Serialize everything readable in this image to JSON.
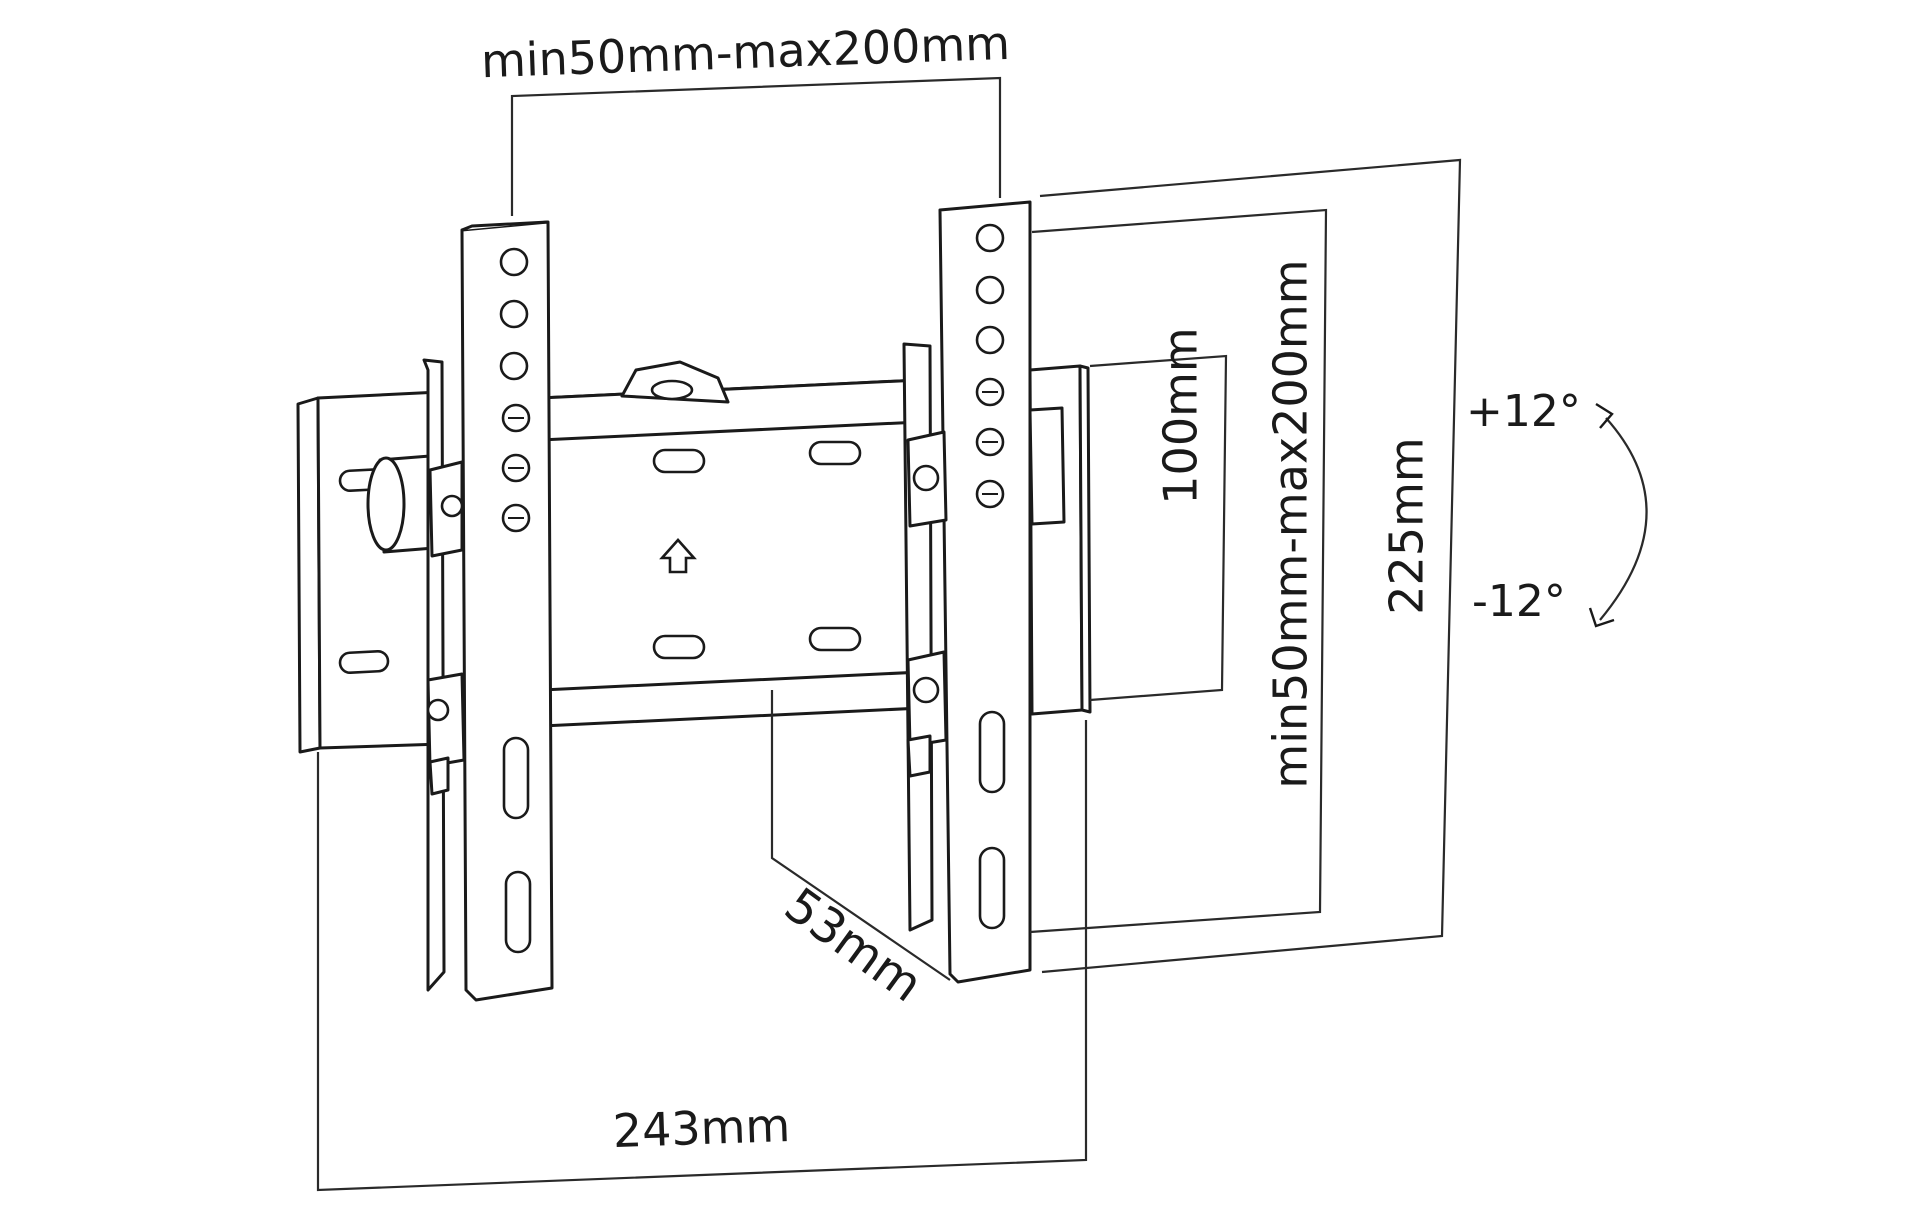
{
  "dimensions": {
    "horizontal_vesa": "min50mm-max200mm",
    "vertical_vesa": "min50mm-max200mm",
    "inner_height": "100mm",
    "overall_height": "225mm",
    "wall_depth": "53mm",
    "overall_width": "243mm"
  },
  "tilt": {
    "up": "+12°",
    "down": "-12°"
  },
  "colors": {
    "line": "#1a1a1a",
    "background": "#ffffff"
  }
}
